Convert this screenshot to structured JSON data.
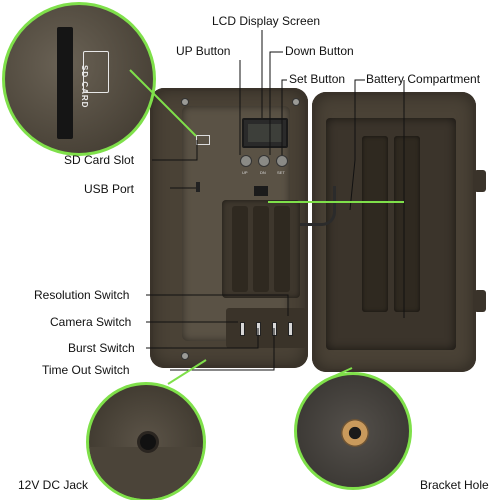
{
  "labels": {
    "lcd_display_screen": "LCD Display Screen",
    "up_button": "UP Button",
    "down_button": "Down Button",
    "set_button": "Set Button",
    "battery_compartment": "Battery Compartment",
    "sd_card_slot": "SD Card Slot",
    "usb_port": "USB Port",
    "resolution_switch": "Resolution Switch",
    "camera_switch": "Camera Switch",
    "burst_switch": "Burst Switch",
    "time_out_switch": "Time Out Switch",
    "dc_jack": "12V DC Jack",
    "bracket_hole": "Bracket Hole"
  },
  "device_text": {
    "sd_card": "SD CARD",
    "btn_up": "UP",
    "btn_dn": "DN",
    "btn_set": "SET"
  },
  "colors": {
    "accent_green": "#7fe04a",
    "camera_body": "#4a4236"
  }
}
